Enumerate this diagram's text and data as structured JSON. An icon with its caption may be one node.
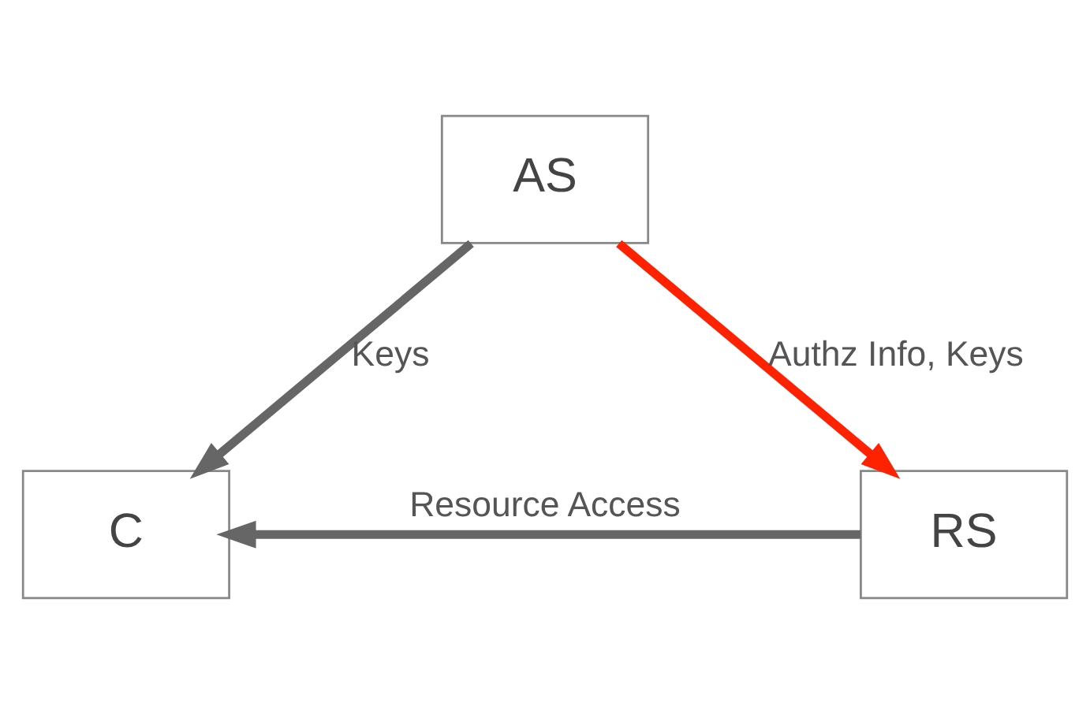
{
  "diagram": {
    "nodes": [
      {
        "text": [
          "AS"
        ]
      },
      {
        "text": [
          "C"
        ]
      },
      {
        "text": [
          "RS"
        ]
      }
    ],
    "edges": [
      {
        "from": 0,
        "to": 1,
        "arrow": "to",
        "label": "Keys"
      },
      {
        "from": 0,
        "to": 2,
        "arrow": "to",
        "label": "Authz Info, Keys",
        "color": "#ff2200"
      },
      {
        "from": 2,
        "to": 1,
        "arrow": "to",
        "label": "Resource Access"
      }
    ]
  }
}
